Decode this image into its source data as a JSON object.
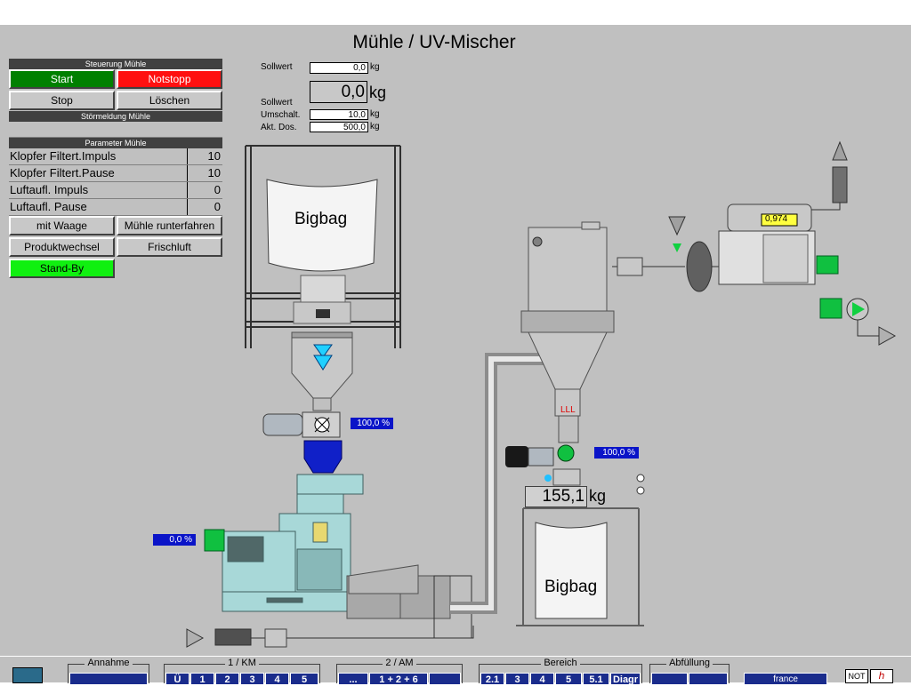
{
  "title": "Mühle / UV-Mischer",
  "control": {
    "header_steuerung": "Steuerung Mühle",
    "start": "Start",
    "notstopp": "Notstopp",
    "stop": "Stop",
    "loeschen": "Löschen",
    "header_stoer": "Störmeldung Mühle",
    "stoer_text": "",
    "header_param": "Parameter Mühle",
    "params": [
      {
        "label": "Klopfer Filtert.Impuls",
        "value": "10"
      },
      {
        "label": "Klopfer Filtert.Pause",
        "value": "10"
      },
      {
        "label": "Luftaufl. Impuls",
        "value": "0"
      },
      {
        "label": "Luftaufl. Pause",
        "value": "0"
      }
    ],
    "mit_waage": "mit Waage",
    "runterfahren": "Mühle runterfahren",
    "produktwechsel": "Produktwechsel",
    "frischluft": "Frischluft",
    "standby": "Stand-By"
  },
  "setpoints": {
    "sollwert_label": "Sollwert",
    "sollwert_value": "0,0",
    "sollwert_unit": "kg",
    "big_value": "0,0",
    "big_unit": "kg",
    "umschalt_label1": "Sollwert",
    "umschalt_label2": "Umschalt.",
    "umschalt_value": "10,0",
    "umschalt_unit": "kg",
    "akt_label": "Akt. Dos.",
    "akt_value": "500,0",
    "akt_unit": "kg"
  },
  "process": {
    "bigbag_left": "Bigbag",
    "bigbag_right": "Bigbag",
    "feeder_pct": "100,0 %",
    "mill_pct": "0,0 %",
    "valve_pct": "100,0 %",
    "weight_value": "155,1",
    "weight_unit": "kg",
    "filter_readout": "0,974"
  },
  "nav": {
    "annahme": "Annahme",
    "km": "1 / KM",
    "km_buttons": [
      "Ü",
      "1",
      "2",
      "3",
      "4",
      "5"
    ],
    "am": "2 / AM",
    "am_buttons": [
      "...",
      "1 + 2 + 6",
      ""
    ],
    "bereich": "Bereich",
    "bereich_buttons": [
      "2.1",
      "3",
      "4",
      "5",
      "5.1",
      "Diagr"
    ],
    "abfuellung": "Abfüllung",
    "lang": "france",
    "not_label": "NOT"
  },
  "colors": {
    "start": "#008000",
    "notstopp": "#ff1010",
    "standby": "#10f010",
    "hopper_blue": "#1020c8",
    "machine_teal": "#a8d8d8",
    "motor_green": "#10c040"
  }
}
